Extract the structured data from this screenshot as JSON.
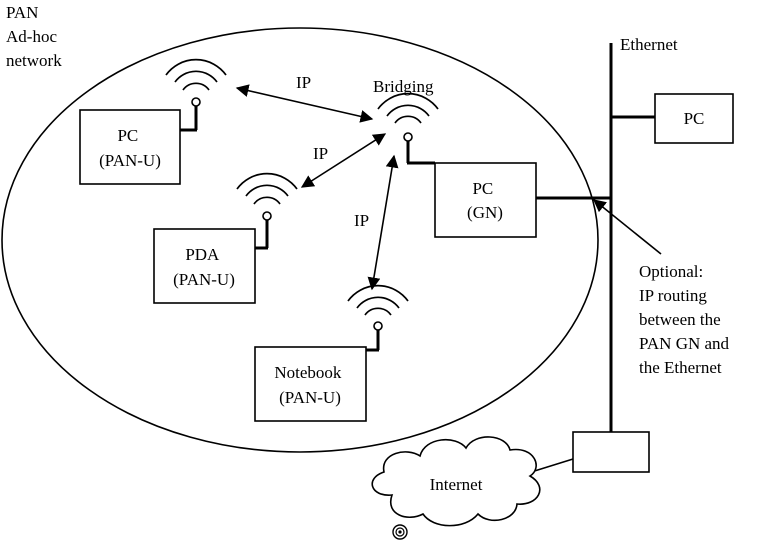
{
  "pan_label": [
    "PAN",
    "Ad-hoc",
    "network"
  ],
  "ethernet_label": "Ethernet",
  "bridging_label": "Bridging",
  "ip_labels": [
    "IP",
    "IP",
    "IP"
  ],
  "nodes": {
    "pc_panu": [
      "PC",
      "(PAN-U)"
    ],
    "pda_panu": [
      "PDA",
      "(PAN-U)"
    ],
    "notebook_panu": [
      "Notebook",
      "(PAN-U)"
    ],
    "pc_gn": [
      "PC",
      "(GN)"
    ],
    "pc_ethernet": [
      "PC"
    ]
  },
  "optional_note": [
    "Optional:",
    "IP routing",
    "between the",
    "PAN GN and",
    "the Ethernet"
  ],
  "internet_label": "Internet"
}
